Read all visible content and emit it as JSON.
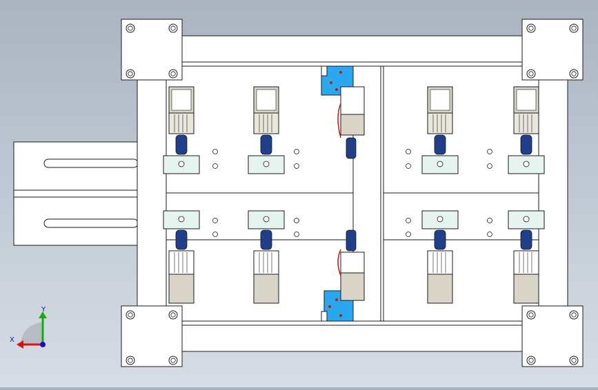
{
  "viewport": {
    "background_top": "#a9b4c1",
    "background_bottom": "#d7dde4"
  },
  "triad": {
    "x_label": "X",
    "y_label": "Y",
    "x_color": "#e01010",
    "y_color": "#10b010",
    "z_color": "#1010d0"
  },
  "colors": {
    "plate": "#ffffff",
    "outline": "#1a1a1a",
    "bracket_blue": "#29a8f0",
    "fitting_navy": "#1f3f8a",
    "cylinder_grey": "#d8d4c7",
    "clamp_green": "#e6f4ee",
    "wire_red": "#c01818"
  },
  "model": {
    "corner_pads": 4,
    "cylinder_units": 10,
    "side_slide": "left"
  }
}
